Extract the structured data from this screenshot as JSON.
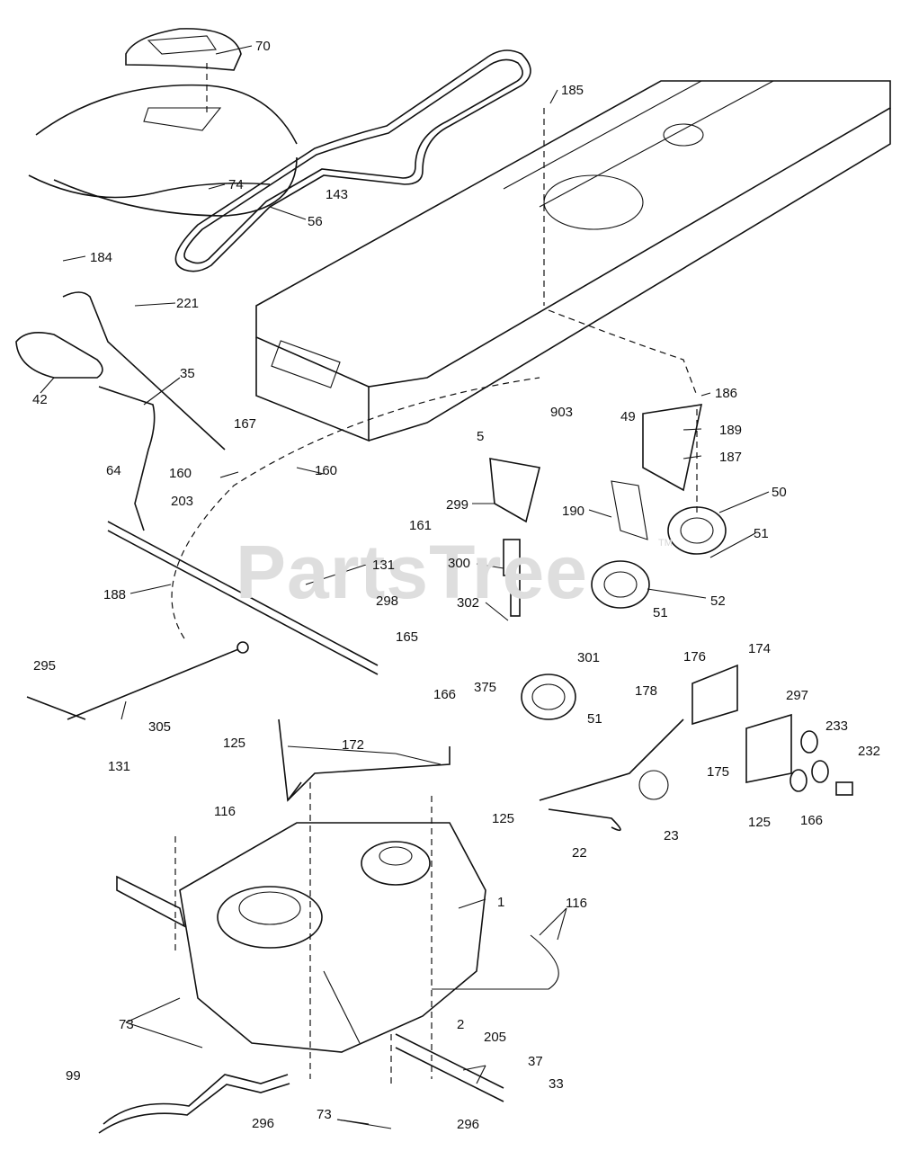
{
  "watermark": {
    "text": "PartsTree",
    "tm": "TM"
  },
  "callouts": [
    {
      "id": "c70",
      "text": "70"
    },
    {
      "id": "c185",
      "text": "185"
    },
    {
      "id": "c74",
      "text": "74"
    },
    {
      "id": "c143",
      "text": "143"
    },
    {
      "id": "c56",
      "text": "56"
    },
    {
      "id": "c184",
      "text": "184"
    },
    {
      "id": "c221",
      "text": "221"
    },
    {
      "id": "c35",
      "text": "35"
    },
    {
      "id": "c42",
      "text": "42"
    },
    {
      "id": "c186",
      "text": "186"
    },
    {
      "id": "c903",
      "text": "903"
    },
    {
      "id": "c49",
      "text": "49"
    },
    {
      "id": "c189",
      "text": "189"
    },
    {
      "id": "c167",
      "text": "167"
    },
    {
      "id": "c5",
      "text": "5"
    },
    {
      "id": "c187",
      "text": "187"
    },
    {
      "id": "c64",
      "text": "64"
    },
    {
      "id": "c160a",
      "text": "160"
    },
    {
      "id": "c160b",
      "text": "160"
    },
    {
      "id": "c203",
      "text": "203"
    },
    {
      "id": "c50",
      "text": "50"
    },
    {
      "id": "c299",
      "text": "299"
    },
    {
      "id": "c190",
      "text": "190"
    },
    {
      "id": "c161",
      "text": "161"
    },
    {
      "id": "c51a",
      "text": "51"
    },
    {
      "id": "c131a",
      "text": "131"
    },
    {
      "id": "c300",
      "text": "300"
    },
    {
      "id": "c52",
      "text": "52"
    },
    {
      "id": "c188",
      "text": "188"
    },
    {
      "id": "c298",
      "text": "298"
    },
    {
      "id": "c302",
      "text": "302"
    },
    {
      "id": "c51b",
      "text": "51"
    },
    {
      "id": "c165",
      "text": "165"
    },
    {
      "id": "c301",
      "text": "301"
    },
    {
      "id": "c176",
      "text": "176"
    },
    {
      "id": "c174",
      "text": "174"
    },
    {
      "id": "c295",
      "text": "295"
    },
    {
      "id": "c375",
      "text": "375"
    },
    {
      "id": "c166a",
      "text": "166"
    },
    {
      "id": "c178",
      "text": "178"
    },
    {
      "id": "c297",
      "text": "297"
    },
    {
      "id": "c51c",
      "text": "51"
    },
    {
      "id": "c305",
      "text": "305"
    },
    {
      "id": "c233",
      "text": "233"
    },
    {
      "id": "c125a",
      "text": "125"
    },
    {
      "id": "c232",
      "text": "232"
    },
    {
      "id": "c172",
      "text": "172"
    },
    {
      "id": "c131b",
      "text": "131"
    },
    {
      "id": "c175",
      "text": "175"
    },
    {
      "id": "c125b",
      "text": "125"
    },
    {
      "id": "c166b",
      "text": "166"
    },
    {
      "id": "c125c",
      "text": "125"
    },
    {
      "id": "c116a",
      "text": "116"
    },
    {
      "id": "c22",
      "text": "22"
    },
    {
      "id": "c23",
      "text": "23"
    },
    {
      "id": "c1",
      "text": "1"
    },
    {
      "id": "c116b",
      "text": "116"
    },
    {
      "id": "c73a",
      "text": "73"
    },
    {
      "id": "c2",
      "text": "2"
    },
    {
      "id": "c205",
      "text": "205"
    },
    {
      "id": "c37",
      "text": "37"
    },
    {
      "id": "c99",
      "text": "99"
    },
    {
      "id": "c33",
      "text": "33"
    },
    {
      "id": "c296a",
      "text": "296"
    },
    {
      "id": "c73b",
      "text": "73"
    },
    {
      "id": "c296b",
      "text": "296"
    }
  ]
}
